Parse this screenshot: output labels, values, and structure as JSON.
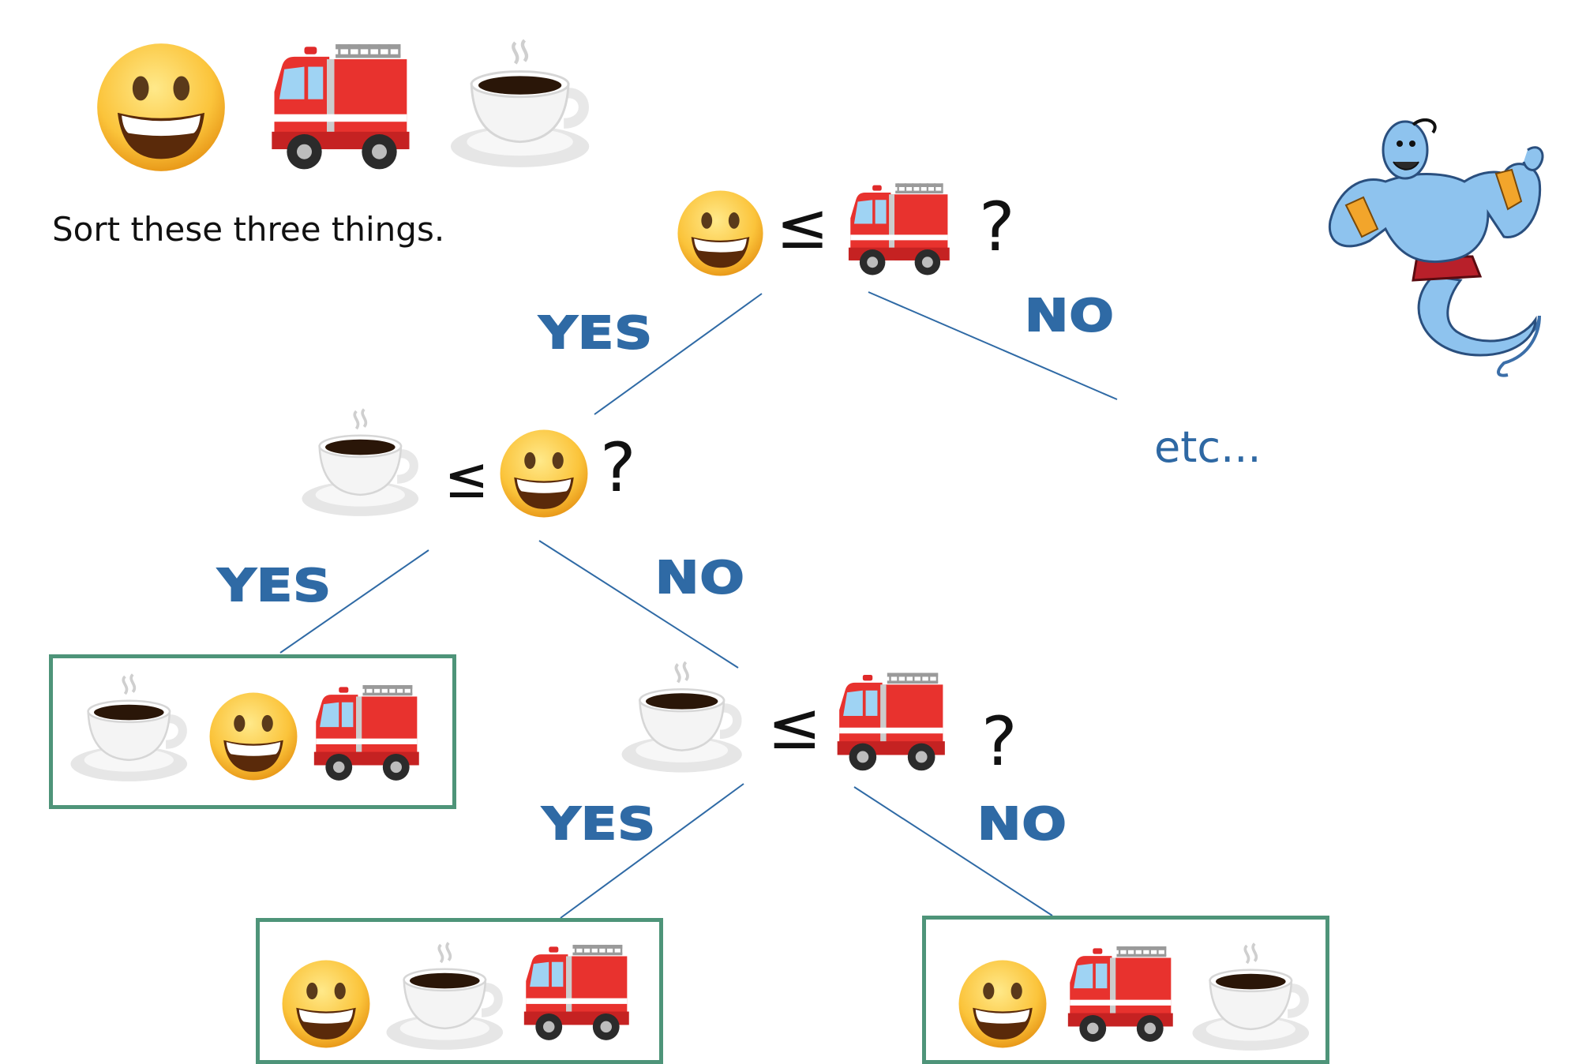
{
  "caption": "Sort these three things.",
  "operator": "≤",
  "question_mark": "?",
  "branch_yes": "YES",
  "branch_no": "NO",
  "etc_label": "etc...",
  "items": [
    "smiley-face-icon",
    "fire-truck-icon",
    "coffee-cup-icon"
  ],
  "tree": {
    "root": {
      "left": "smiley-face-icon",
      "right": "fire-truck-icon"
    },
    "level2": {
      "left": "coffee-cup-icon",
      "right": "smiley-face-icon"
    },
    "level3": {
      "left": "coffee-cup-icon",
      "right": "fire-truck-icon"
    }
  },
  "results": [
    [
      "coffee-cup-icon",
      "smiley-face-icon",
      "fire-truck-icon"
    ],
    [
      "smiley-face-icon",
      "coffee-cup-icon",
      "fire-truck-icon"
    ],
    [
      "smiley-face-icon",
      "fire-truck-icon",
      "coffee-cup-icon"
    ]
  ],
  "colors": {
    "branch_label": "#2f6aa5",
    "result_box_border": "#4e9479",
    "edge_line": "#2f6aa5"
  }
}
